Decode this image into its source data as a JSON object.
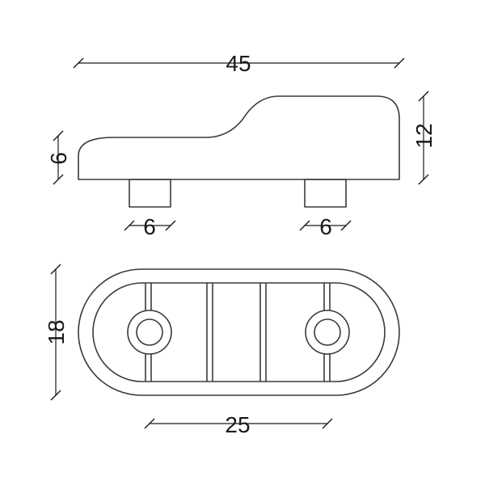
{
  "dimensions": {
    "overall_length": "45",
    "overall_height": "12",
    "front_height": "6",
    "left_peg_width": "6",
    "right_peg_width": "6",
    "bottom_width": "18",
    "hole_spacing": "25"
  },
  "colors": {
    "outline": "#3a3a3a",
    "dimension": "#1a1a1a",
    "background": "#ffffff"
  }
}
